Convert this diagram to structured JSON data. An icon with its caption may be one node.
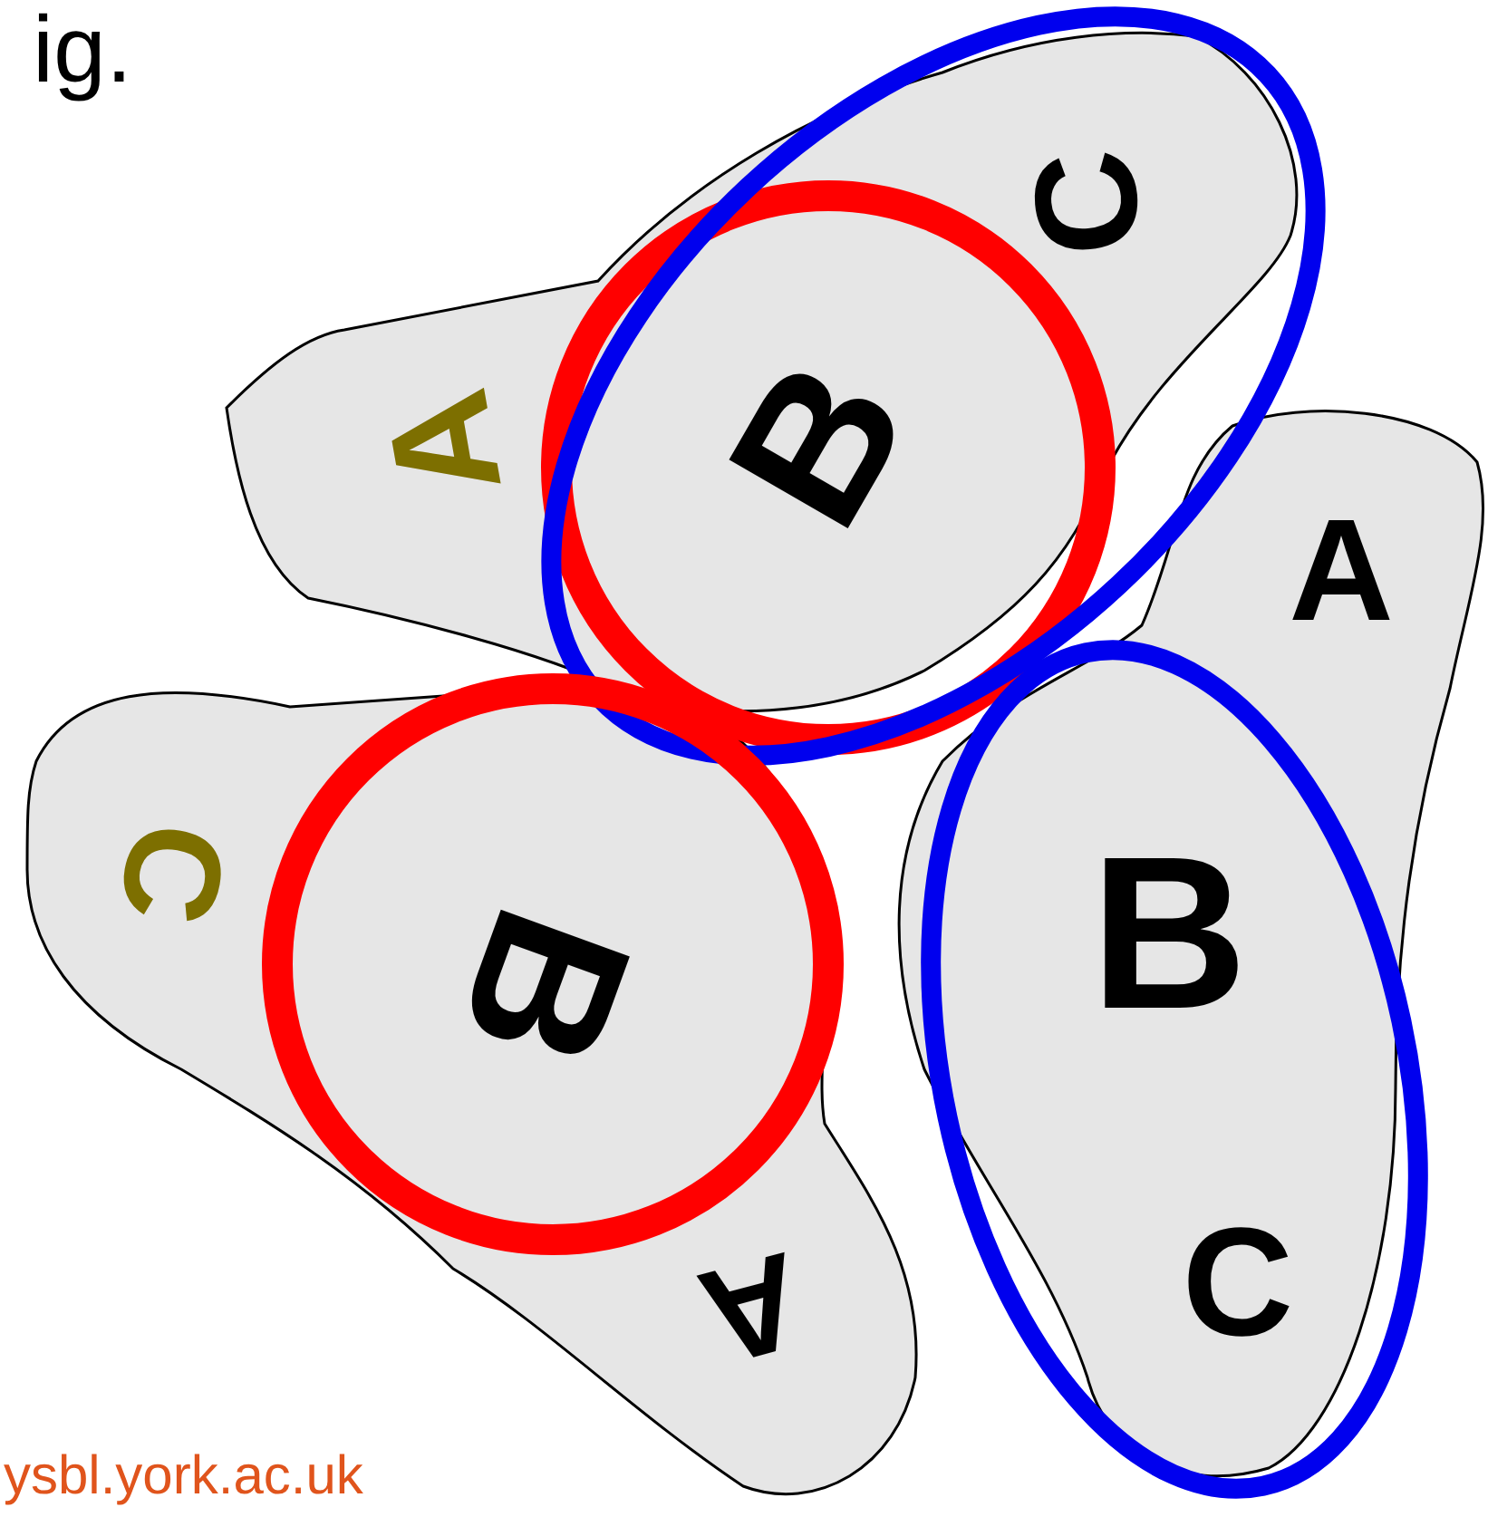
{
  "diagram": {
    "nodes": [
      {
        "text": [
          "A",
          "B",
          "C"
        ]
      },
      {
        "text": [
          "C",
          "B",
          "A"
        ]
      },
      {
        "text": [
          "A",
          "B",
          "C"
        ]
      }
    ],
    "labels": [
      "ig.",
      "ysbl.york.ac.uk"
    ]
  }
}
